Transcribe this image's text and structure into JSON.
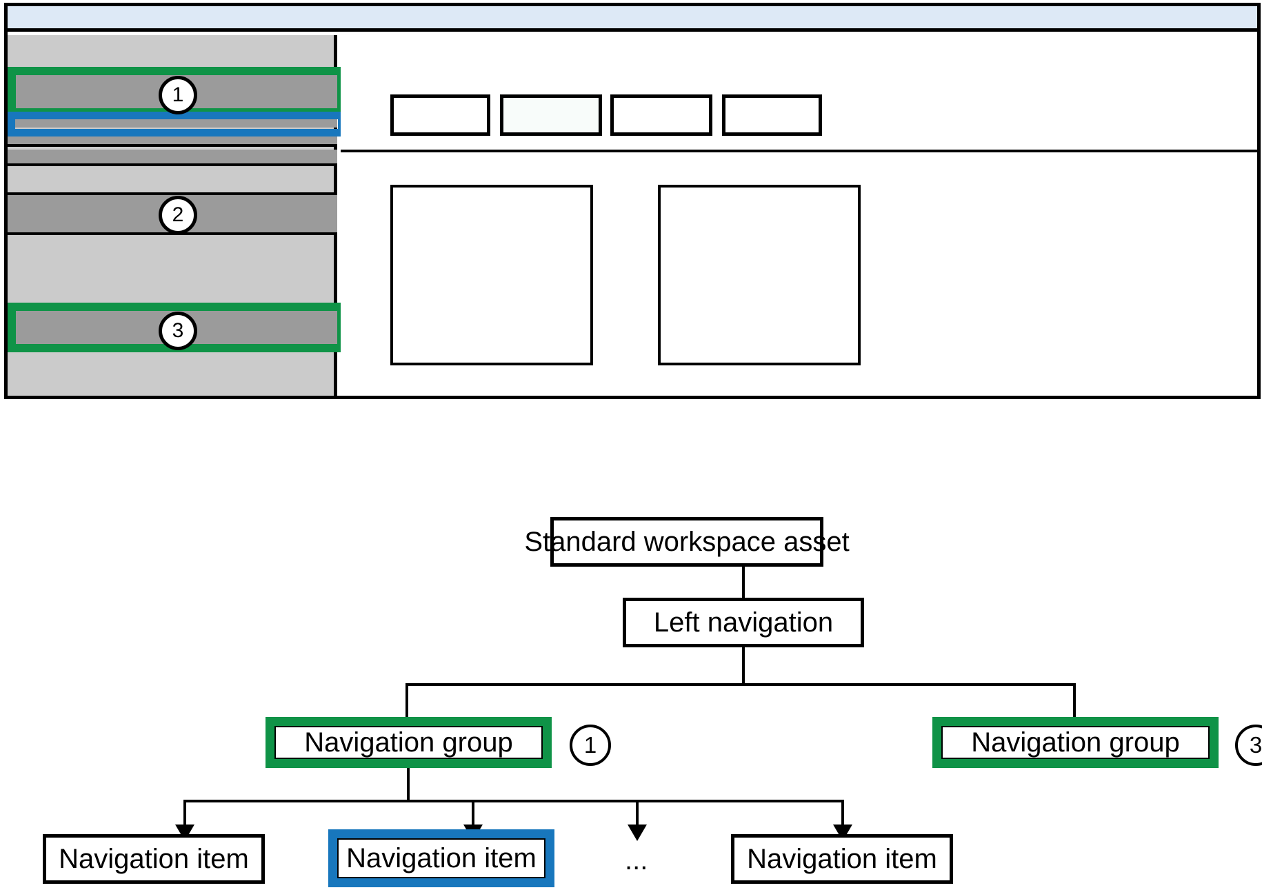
{
  "figure": {
    "wireframe": {
      "name": "standard-workspace-asset-wireframe",
      "header_band": {
        "name": "app-header",
        "color": "#dde9f6"
      },
      "sidebar": {
        "name": "left-navigation",
        "background": "#cbcbcb",
        "item_color": "#9b9b9b",
        "callouts": [
          {
            "id": "1",
            "label": "1",
            "target": "navigation-group",
            "highlight_color": "#0f9347"
          },
          {
            "id": "2",
            "label": "2",
            "target": "navigation-group",
            "highlight_color": "none"
          },
          {
            "id": "3",
            "label": "3",
            "target": "navigation-group",
            "highlight_color": "#0f9347"
          }
        ],
        "selected_item_highlight_color": "#1877bd"
      },
      "content": {
        "name": "content-area",
        "toolbar_boxes": [
          {
            "name": "toolbar-box-1",
            "tinted": false
          },
          {
            "name": "toolbar-box-2",
            "tinted": true
          },
          {
            "name": "toolbar-box-3",
            "tinted": false
          },
          {
            "name": "toolbar-box-4",
            "tinted": false
          }
        ],
        "panels": [
          {
            "name": "content-panel-left"
          },
          {
            "name": "content-panel-right"
          }
        ]
      }
    },
    "tree": {
      "root": "Standard workspace asset",
      "level2": "Left navigation",
      "groups": [
        {
          "label": "Navigation group",
          "badge": "1",
          "highlight_color": "#0f9347"
        },
        {
          "label": "Navigation group",
          "badge": "3",
          "highlight_color": "#0f9347"
        }
      ],
      "items": [
        {
          "label": "Navigation item",
          "highlight_color": "none"
        },
        {
          "label": "Navigation item",
          "highlight_color": "#1877bd"
        },
        {
          "label": "…",
          "ellipsis": true
        },
        {
          "label": "Navigation item",
          "highlight_color": "none"
        }
      ],
      "ellipsis": "..."
    },
    "colors": {
      "green": "#0f9347",
      "blue": "#1877bd",
      "header_blue": "#dde9f6",
      "sidebar_bg": "#cbcbcb",
      "nav_item_bg": "#9b9b9b",
      "outline": "#000000"
    }
  }
}
